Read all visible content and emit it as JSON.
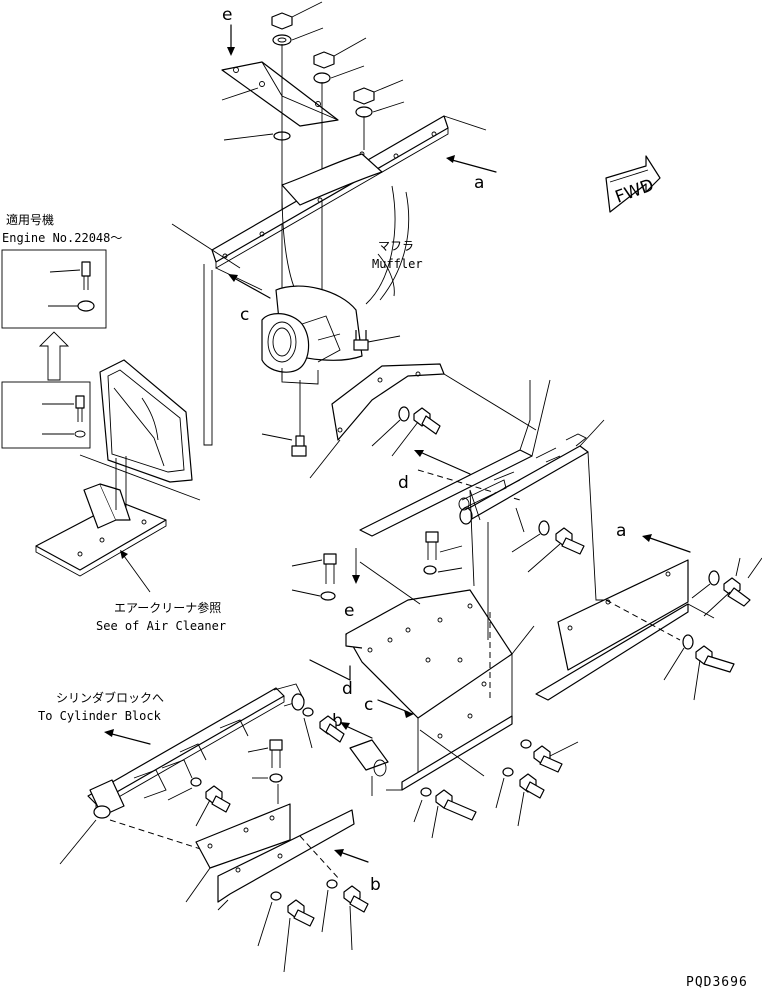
{
  "labels": {
    "applicable_jp": "適用号機",
    "engine_no": "Engine No.22048～",
    "muffler_jp": "マフラ",
    "muffler_en": "Muffler",
    "air_cleaner_jp": "エアークリーナ参照",
    "air_cleaner_en": "See of Air Cleaner",
    "cylinder_jp": "シリンダブロックへ",
    "cylinder_en": "To Cylinder Block",
    "fwd": "FWD",
    "code": "PQD3696"
  },
  "callouts": {
    "a1": "a",
    "a2": "a",
    "b1": "b",
    "b2": "b",
    "c1": "c",
    "c2": "c",
    "d1": "d",
    "d2": "d",
    "e1": "e",
    "e2": "e"
  }
}
